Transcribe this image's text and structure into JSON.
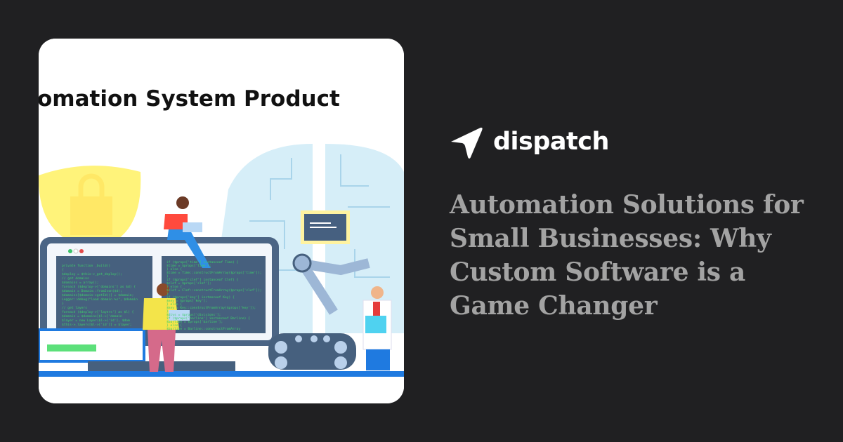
{
  "thumbnail": {
    "image_text": "omation System Product",
    "code_left": [
      "private function _build()",
      "{",
      "  $deploy = $this->_get_deploy();",
      "  // get domains",
      "  $domains = array();",
      "  foreach ($deploy->['domains'] as $d) {",
      "    $domain = Domain::fromJson($d);",
      "    $domains[$domain->getId()] = $domain;",
      "    Logger::debug(\"load domain %s\", $domain",
      "  }",
      "  // get layers",
      "  foreach ($deploy->['layers'] as $l) {",
      "    $domain = $domains[$l->['domain",
      "    $layer = new Layer($l->['id'], $dom",
      "    $this->_layers[$l->['id']] = $layer;"
    ],
    "code_right": [
      "if ($props['time'] instanceof Time) {",
      "  $time = $props['time'];",
      "} else {",
      "  $time = Time::constructFromArray($props['time']);",
      "}",
      "if ($props['clef'] instanceof Clef) {",
      "  $clef = $props['clef'];",
      "} else {",
      "  $clef = Clef::constructFromArray($props['clef']);",
      "}",
      "if ($props['key'] instanceof Key) {",
      "  $key = $props['key'];",
      "} else {",
      "  $key = Key::constructFromArray($props['key']);",
      "}",
      "  $divs = $props['divisions'];",
      "if ($props['barline'] instanceof Barline) {",
      "  $barline = $props['barline'];",
      "} else {",
      "  $barline = Barline::constructFromArray"
    ]
  },
  "brand": {
    "name": "dispatch",
    "icon": "send-arrow-icon"
  },
  "article": {
    "title": "Automation Solutions for Small Businesses: Why Custom Software is a Game Changer"
  },
  "colors": {
    "background": "#202022",
    "title": "#a3a3a3",
    "brand": "#ffffff"
  }
}
